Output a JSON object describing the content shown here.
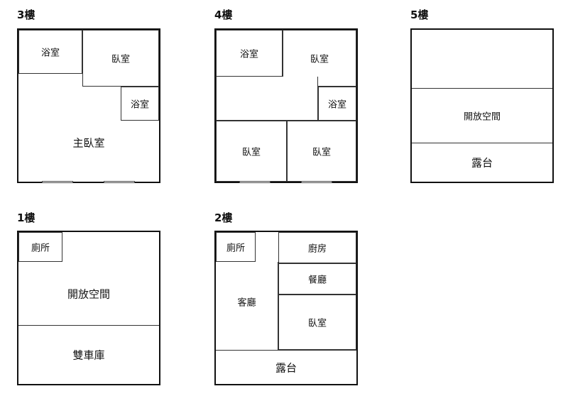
{
  "floors": {
    "f3": {
      "label": "3樓",
      "rooms": {
        "bath_a": "浴室",
        "bedroom": "臥室",
        "bath_b": "浴室",
        "master": "主臥室"
      }
    },
    "f4": {
      "label": "4樓",
      "rooms": {
        "bath_a": "浴室",
        "bedroom_a": "臥室",
        "bath_b": "浴室",
        "bedroom_b": "臥室",
        "bedroom_c": "臥室"
      }
    },
    "f5": {
      "label": "5樓",
      "rooms": {
        "open_space": "開放空間",
        "terrace": "露台"
      }
    },
    "f1": {
      "label": "1樓",
      "rooms": {
        "toilet": "廁所",
        "open_space": "開放空間",
        "garage": "雙車庫"
      }
    },
    "f2": {
      "label": "2樓",
      "rooms": {
        "toilet": "廁所",
        "kitchen": "廚房",
        "dining": "餐廳",
        "living": "客廳",
        "bedroom": "臥室",
        "terrace": "露台"
      }
    }
  }
}
